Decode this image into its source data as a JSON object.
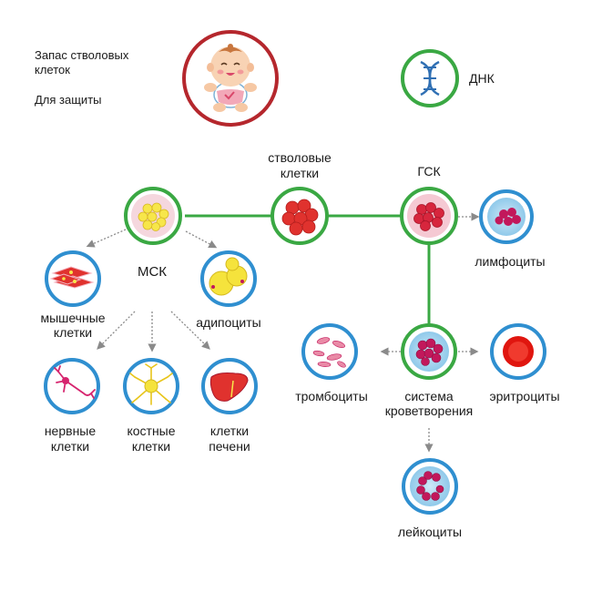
{
  "header": {
    "line1": "Запас стволовых",
    "line2": "клеток",
    "line3": "Для защиты",
    "dna_label": "ДНК"
  },
  "nodes": {
    "stem_line1": "стволовые",
    "stem_line2": "клетки",
    "hsc": "ГСК",
    "msc": "МСК",
    "lymphocytes": "лимфоциты",
    "muscle_line1": "мышечные",
    "muscle_line2": "клетки",
    "adipocytes": "адипоциты",
    "nerve_line1": "нервные",
    "nerve_line2": "клетки",
    "bone_line1": "костные",
    "bone_line2": "клетки",
    "liver_line1": "клетки",
    "liver_line2": "печени",
    "platelets": "тромбоциты",
    "system_line1": "система",
    "system_line2": "кроветворения",
    "erythrocytes": "эритроциты",
    "leukocytes": "лейкоциты"
  },
  "colors": {
    "red_ring": "#b5272d",
    "green_ring": "#3aa843",
    "blue_ring": "#2f8fd0",
    "line_green": "#3aa843",
    "arrow_gray": "#8a8a8a"
  }
}
